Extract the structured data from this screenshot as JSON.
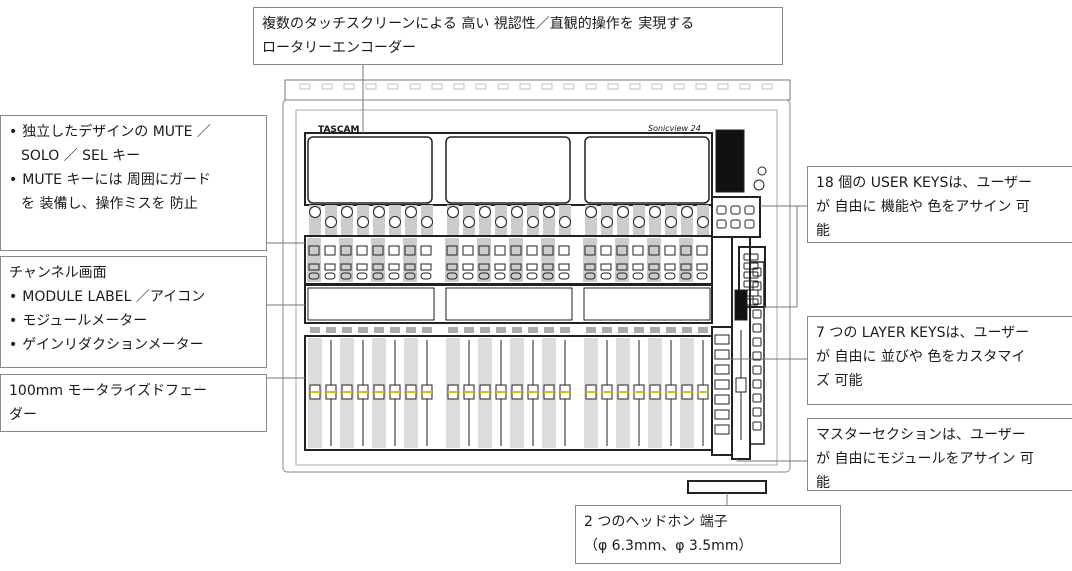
{
  "mixer": {
    "brand": "TASCAM",
    "model": "Sonicview 24"
  },
  "callouts": {
    "top": {
      "lines": [
        "複数のタッチスクリーンによる 高い 視認性／直観的操作を 実現する",
        "ロータリーエンコーダー"
      ]
    },
    "keys": {
      "lines": [
        "独立したデザインの MUTE ／",
        "SOLO ／ SEL キー",
        "MUTE キーには 周囲にガード",
        "を 装備し、操作ミスを 防止"
      ]
    },
    "channel": {
      "title": "チャンネル画面",
      "lines": [
        "MODULE LABEL ／アイコン",
        "モジュールメーター",
        "ゲインリダクションメーター"
      ]
    },
    "fader": {
      "lines": [
        "100mm モータライズドフェー",
        "ダー"
      ]
    },
    "user_keys": {
      "lines": [
        "18 個の USER KEYSは、ユーザー",
        "が 自由に 機能や 色をアサイン 可",
        "能"
      ]
    },
    "layer_keys": {
      "lines": [
        "7 つの LAYER KEYSは、ユーザー",
        "が 自由に 並びや 色をカスタマイ",
        "ズ 可能"
      ]
    },
    "master": {
      "lines": [
        "マスターセクションは、ユーザー",
        "が 自由にモジュールをアサイン 可",
        "能"
      ]
    },
    "headphone": {
      "lines": [
        "2 つのヘッドホン 端子",
        "（φ 6.3mm、φ 3.5mm）"
      ]
    }
  }
}
